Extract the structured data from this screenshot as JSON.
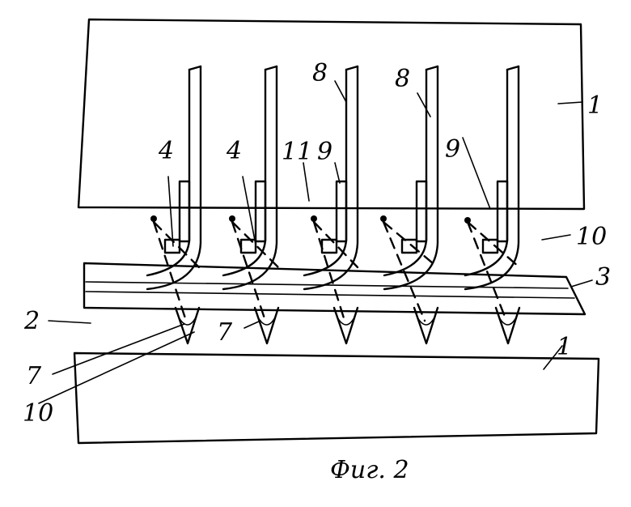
{
  "labels": {
    "l1_top": "1",
    "l1_bottom": "1",
    "l2": "2",
    "l3": "3",
    "l4_a": "4",
    "l4_b": "4",
    "l7_a": "7",
    "l7_b": "7",
    "l8_a": "8",
    "l8_b": "8",
    "l9_a": "9",
    "l9_b": "9",
    "l10_right": "10",
    "l10_left": "10",
    "l11": "11"
  },
  "caption": "Фиг. 2"
}
